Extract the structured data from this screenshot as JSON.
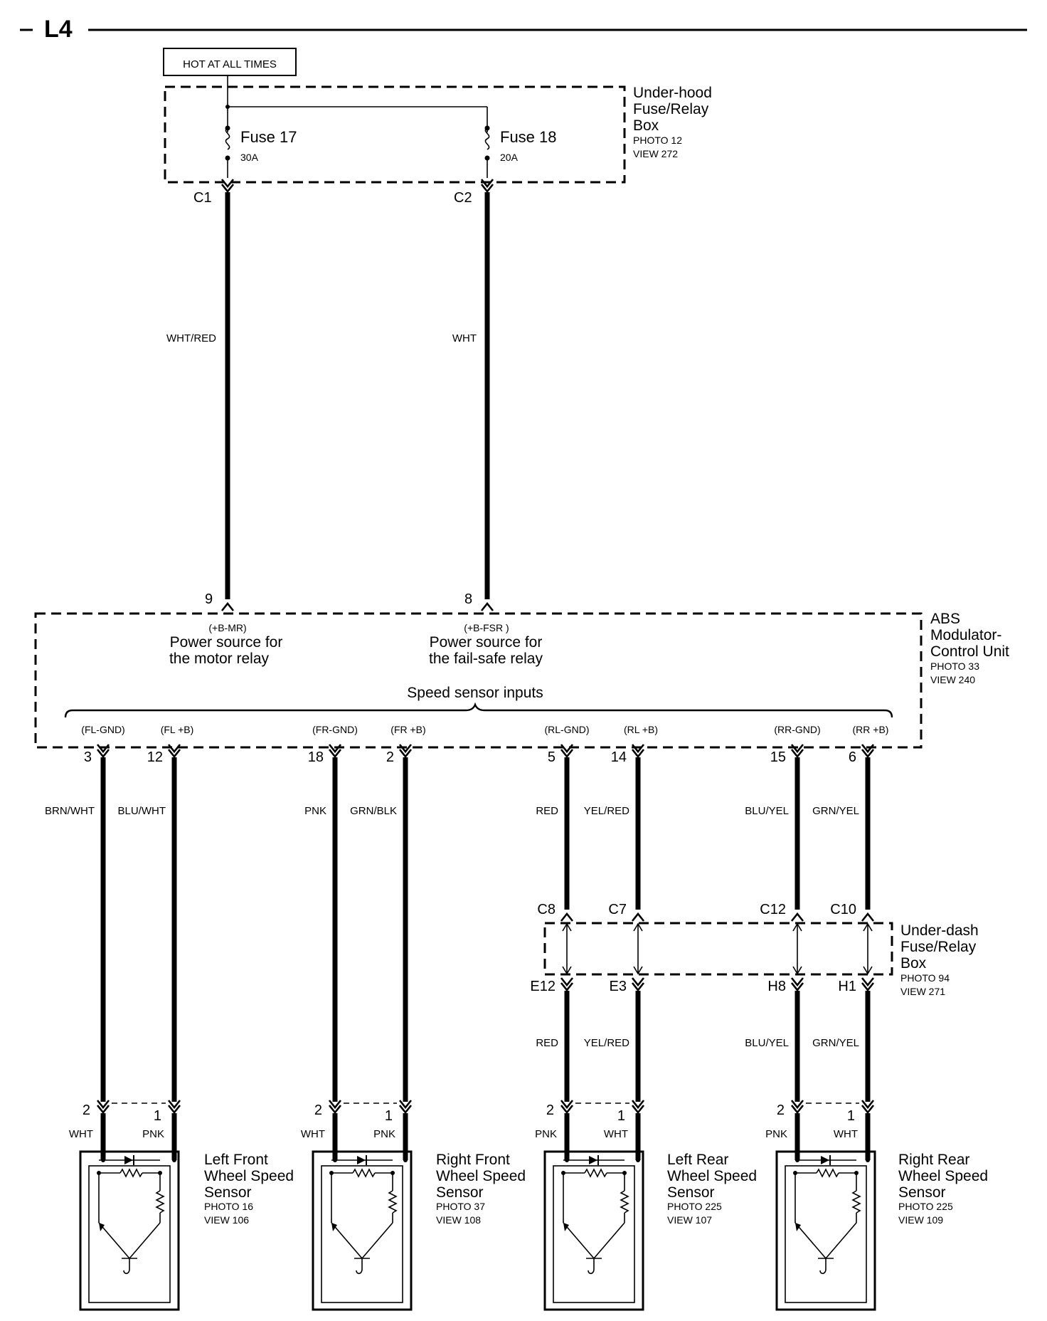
{
  "page": {
    "section": "L4"
  },
  "hot_label": "HOT AT ALL TIMES",
  "underhood": {
    "l1": "Under-hood",
    "l2": "Fuse/Relay",
    "l3": "Box",
    "photo": "PHOTO 12",
    "view": "VIEW 272"
  },
  "fuse17": {
    "name": "Fuse 17",
    "rating": "30A",
    "connector": "C1"
  },
  "fuse18": {
    "name": "Fuse 18",
    "rating": "20A",
    "connector": "C2"
  },
  "wire_mr": "WHT/RED",
  "wire_fsr": "WHT",
  "abs": {
    "l1": "ABS",
    "l2": "Modulator-",
    "l3": "Control Unit",
    "photo": "PHOTO 33",
    "view": "VIEW 240",
    "pin_mr": "9",
    "pin_fsr": "8",
    "mr_term": "(+B-MR)",
    "mr_l1": "Power source for",
    "mr_l2": "the motor relay",
    "fsr_term": "(+B-FSR )",
    "fsr_l1": "Power source for",
    "fsr_l2": "the fail-safe relay",
    "speed_inputs": "Speed sensor inputs"
  },
  "underdash": {
    "l1": "Under-dash",
    "l2": "Fuse/Relay",
    "l3": "Box",
    "photo": "PHOTO 94",
    "view": "VIEW 271"
  },
  "sensors": [
    {
      "gnd_term": "(FL-GND)",
      "pwr_term": "(FL +B)",
      "gnd_pin": "3",
      "pwr_pin": "12",
      "gnd_wire": "BRN/WHT",
      "pwr_wire": "BLU/WHT",
      "s_pin_gnd": "2",
      "s_pin_pwr": "1",
      "s_color_gnd": "WHT",
      "s_color_pwr": "PNK",
      "l1": "Left Front",
      "l2": "Wheel Speed",
      "l3": "Sensor",
      "photo": "PHOTO 16",
      "view": "VIEW 106"
    },
    {
      "gnd_term": "(FR-GND)",
      "pwr_term": "(FR +B)",
      "gnd_pin": "18",
      "pwr_pin": "2",
      "gnd_wire": "PNK",
      "pwr_wire": "GRN/BLK",
      "s_pin_gnd": "2",
      "s_pin_pwr": "1",
      "s_color_gnd": "WHT",
      "s_color_pwr": "PNK",
      "l1": "Right Front",
      "l2": "Wheel Speed",
      "l3": "Sensor",
      "photo": "PHOTO 37",
      "view": "VIEW 108"
    },
    {
      "gnd_term": "(RL-GND)",
      "pwr_term": "(RL +B)",
      "gnd_pin": "5",
      "pwr_pin": "14",
      "gnd_wire": "RED",
      "pwr_wire": "YEL/RED",
      "dash_top_gnd": "C8",
      "dash_top_pwr": "C7",
      "dash_bot_gnd": "E12",
      "dash_bot_pwr": "E3",
      "gnd_wire2": "RED",
      "pwr_wire2": "YEL/RED",
      "s_pin_gnd": "2",
      "s_pin_pwr": "1",
      "s_color_gnd": "PNK",
      "s_color_pwr": "WHT",
      "l1": "Left Rear",
      "l2": "Wheel Speed",
      "l3": "Sensor",
      "photo": "PHOTO 225",
      "view": "VIEW 107"
    },
    {
      "gnd_term": "(RR-GND)",
      "pwr_term": "(RR +B)",
      "gnd_pin": "15",
      "pwr_pin": "6",
      "gnd_wire": "BLU/YEL",
      "pwr_wire": "GRN/YEL",
      "dash_top_gnd": "C12",
      "dash_top_pwr": "C10",
      "dash_bot_gnd": "H8",
      "dash_bot_pwr": "H1",
      "gnd_wire2": "BLU/YEL",
      "pwr_wire2": "GRN/YEL",
      "s_pin_gnd": "2",
      "s_pin_pwr": "1",
      "s_color_gnd": "PNK",
      "s_color_pwr": "WHT",
      "l1": "Right Rear",
      "l2": "Wheel Speed",
      "l3": "Sensor",
      "photo": "PHOTO 225",
      "view": "VIEW 109"
    }
  ]
}
